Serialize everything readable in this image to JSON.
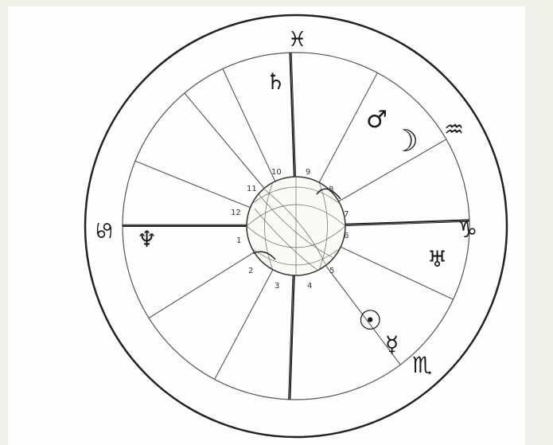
{
  "chart": {
    "zodiac_signs": [
      {
        "name": "pisces",
        "glyph": "♓"
      },
      {
        "name": "aquarius",
        "glyph": "♒"
      },
      {
        "name": "capricorn",
        "glyph": "♑"
      },
      {
        "name": "scorpio",
        "glyph": "♏"
      },
      {
        "name": "cancer",
        "glyph": "♋"
      }
    ],
    "planets": [
      {
        "name": "saturn",
        "glyph": "♄"
      },
      {
        "name": "mars",
        "glyph": "♂"
      },
      {
        "name": "moon",
        "glyph": "☽"
      },
      {
        "name": "uranus",
        "glyph": "♅"
      },
      {
        "name": "sun",
        "glyph": "☉"
      },
      {
        "name": "mercury",
        "glyph": "☿"
      },
      {
        "name": "neptune",
        "glyph": "♆"
      }
    ],
    "house_numbers": [
      "1",
      "2",
      "3",
      "4",
      "5",
      "6",
      "7",
      "8",
      "9",
      "10",
      "11",
      "12"
    ]
  }
}
